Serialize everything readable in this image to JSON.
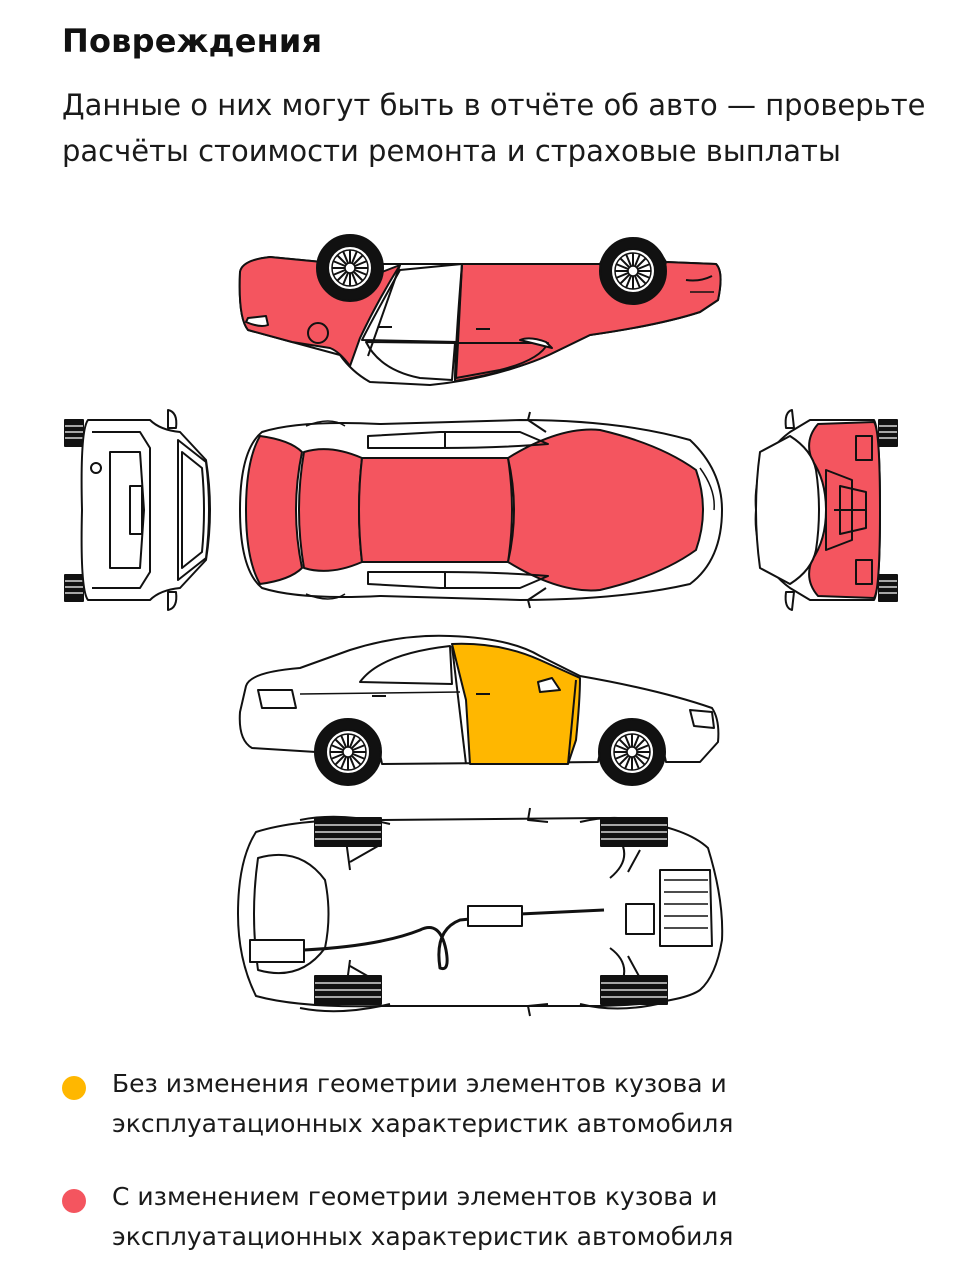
{
  "header": {
    "title": "Повреждения",
    "subtitle": "Данные о них могут быть в отчёте об авто  — проверьте расчёты стоимости ремонта и страховые выплаты"
  },
  "colors": {
    "major_damage": "#f4555f",
    "minor_damage": "#ffb700",
    "outline": "#111111",
    "body": "#ffffff"
  },
  "diagram": {
    "views": [
      "left-side",
      "front",
      "top",
      "rear",
      "right-side",
      "underside"
    ],
    "damaged_major": [
      "left-front-bumper",
      "left-front-fender",
      "left-rear-door",
      "left-rear-fender",
      "left-rear-bumper",
      "hood",
      "roof",
      "trunk-lid",
      "rear-panel"
    ],
    "damaged_minor": [
      "right-rear-door"
    ]
  },
  "legend": [
    {
      "label": "Без изменения геометрии элементов кузова и эксплуатационных характеристик автомобиля",
      "color": "#ffb700"
    },
    {
      "label": "С изменением геометрии элементов кузова и эксплуатационных характеристик автомобиля",
      "color": "#f4555f"
    }
  ]
}
